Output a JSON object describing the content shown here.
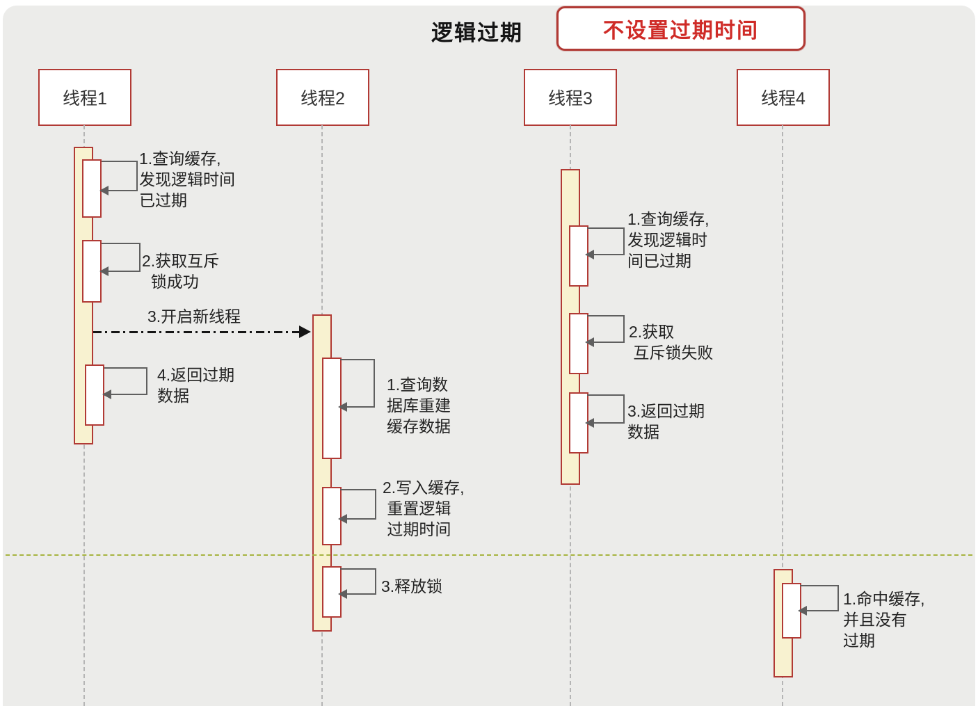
{
  "title": "逻辑过期",
  "badge": "不设置过期时间",
  "threads": [
    {
      "label": "线程1"
    },
    {
      "label": "线程2"
    },
    {
      "label": "线程3"
    },
    {
      "label": "线程4"
    }
  ],
  "annotations": {
    "t1a1": "1.查询缓存,\n发现逻辑时间\n已过期",
    "t1a2": "2.获取互斥\n  锁成功",
    "t1a3": "3.开启新线程",
    "t1a4": "4.返回过期\n数据",
    "t2a1": "1.查询数\n据库重建\n缓存数据",
    "t2a2": "2.写入缓存,\n 重置逻辑\n 过期时间",
    "t2a3": "3.释放锁",
    "t3a1": "1.查询缓存,\n发现逻辑时\n间已过期",
    "t3a2": "2.获取\n 互斥锁失败",
    "t3a3": "3.返回过期\n数据",
    "t4a1": "1.命中缓存,\n并且没有\n过期"
  },
  "colors": {
    "accent_red": "#b13a35",
    "badge_text_red": "#cf2b27",
    "bar_fill": "#f8f2d0",
    "divider_green": "#a6b440"
  }
}
